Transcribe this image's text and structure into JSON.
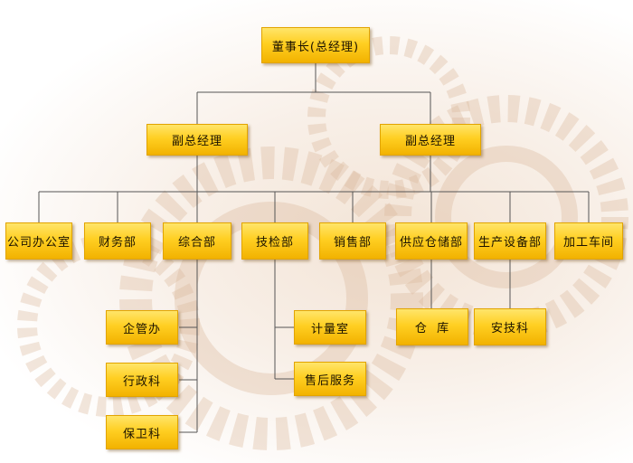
{
  "nodes": {
    "chairman": "董事长(总经理)",
    "vp_left": "副总经理",
    "vp_right": "副总经理",
    "dept_office": "公司办公室",
    "dept_finance": "财务部",
    "dept_general": "综合部",
    "dept_tech": "技检部",
    "dept_sales": "销售部",
    "dept_supply": "供应仓储部",
    "dept_production": "生产设备部",
    "dept_processing": "加工车间",
    "sub_enterprise": "企管办",
    "sub_admin": "行政科",
    "sub_security": "保卫科",
    "sub_measure": "计量室",
    "sub_aftersales": "售后服务",
    "sub_warehouse": "仓  库",
    "sub_safety": "安技科"
  },
  "colors": {
    "box_top": "#ffe56a",
    "box_mid": "#ffcf22",
    "box_bottom": "#f2b200",
    "line": "#555555"
  },
  "background_icon": "gears-watermark"
}
